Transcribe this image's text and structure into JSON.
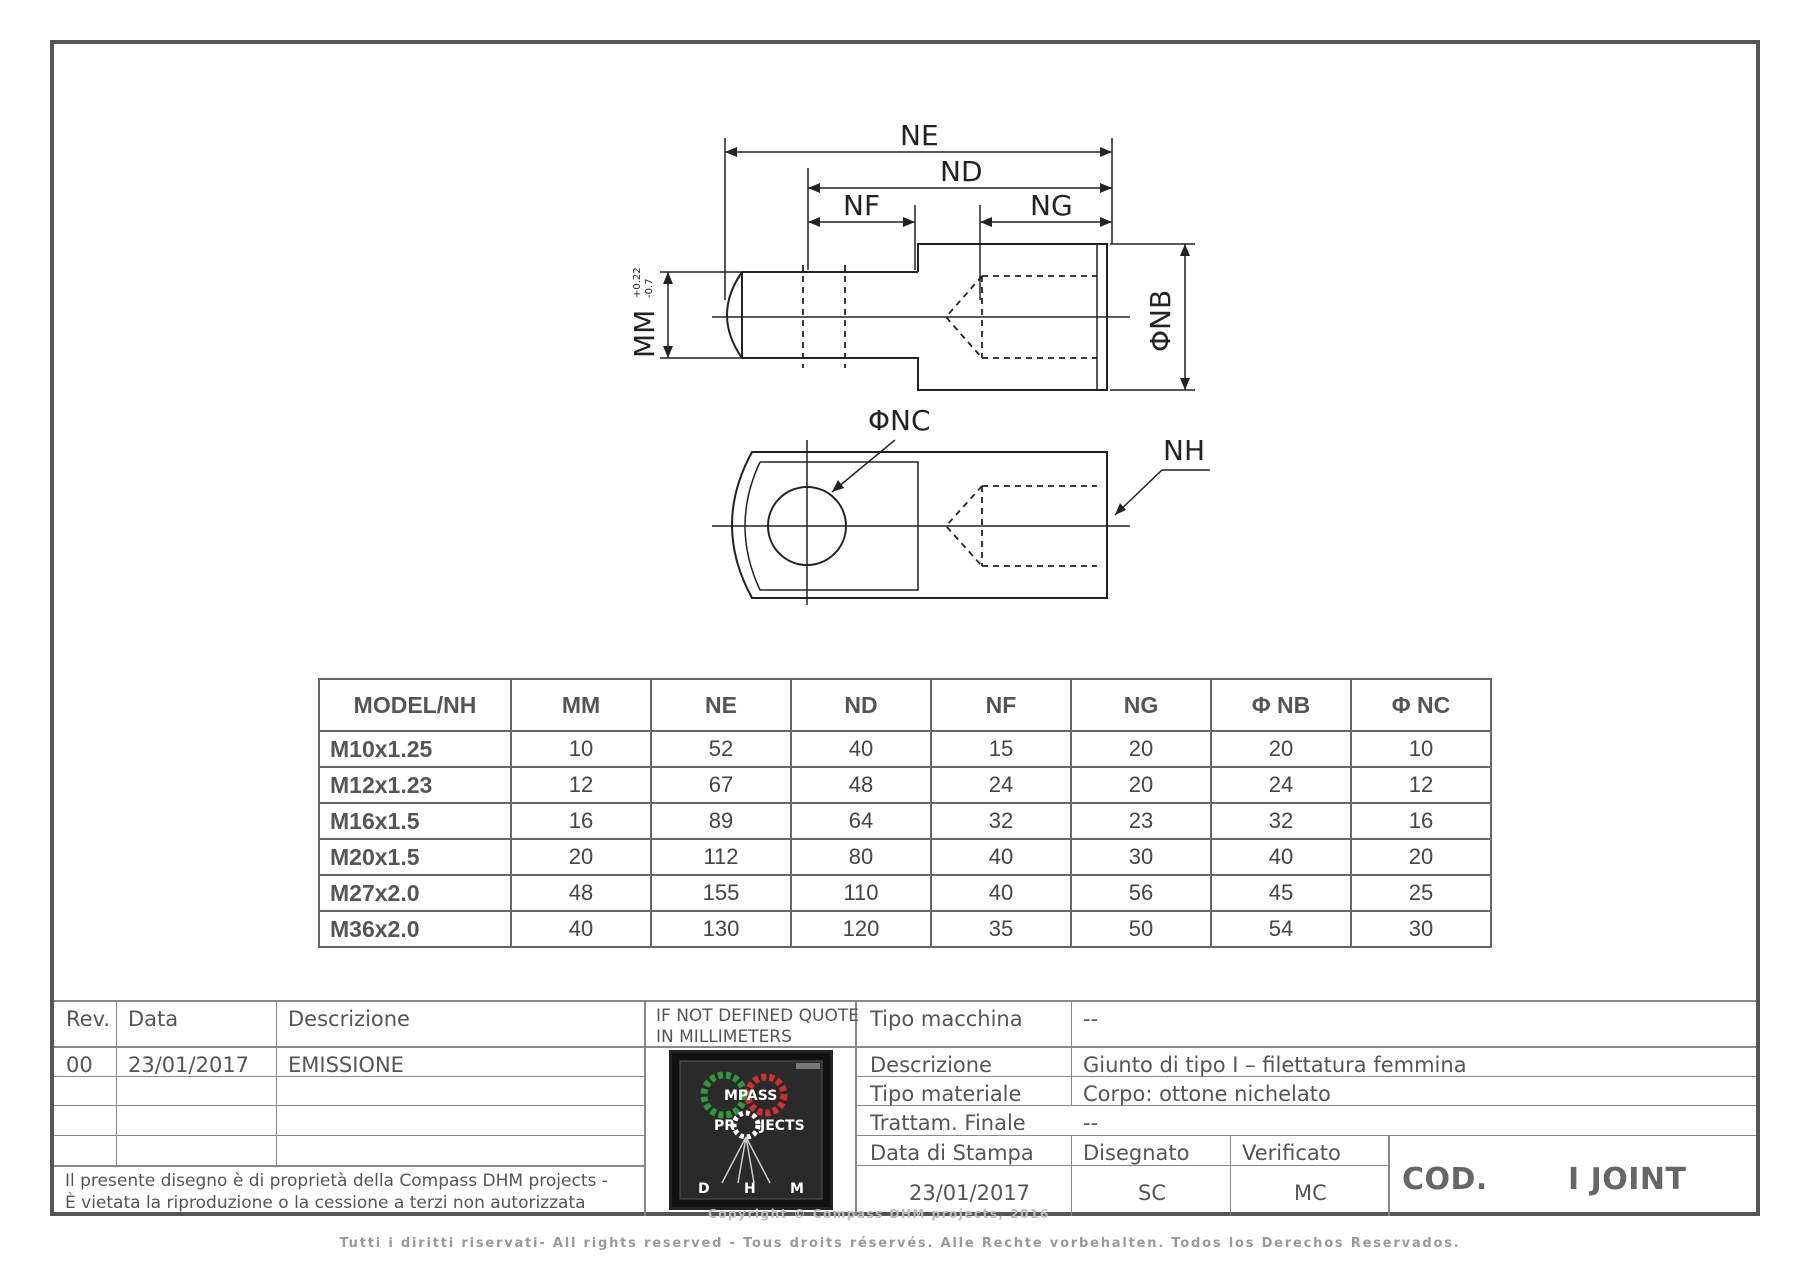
{
  "drawing": {
    "dim_ne": "NE",
    "dim_nd": "ND",
    "dim_nf": "NF",
    "dim_ng": "NG",
    "dim_mm": "MM",
    "dim_tol_upper": "+0.22",
    "dim_tol_lower": "-0.7",
    "dim_nb": "ΦNB",
    "dim_nc": "ΦNC",
    "dim_nh": "NH"
  },
  "table": {
    "headers": [
      "MODEL/NH",
      "MM",
      "NE",
      "ND",
      "NF",
      "NG",
      "Φ NB",
      "Φ NC"
    ],
    "rows": [
      [
        "M10x1.25",
        "10",
        "52",
        "40",
        "15",
        "20",
        "20",
        "10"
      ],
      [
        "M12x1.23",
        "12",
        "67",
        "48",
        "24",
        "20",
        "24",
        "12"
      ],
      [
        "M16x1.5",
        "16",
        "89",
        "64",
        "32",
        "23",
        "32",
        "16"
      ],
      [
        "M20x1.5",
        "20",
        "112",
        "80",
        "40",
        "30",
        "40",
        "20"
      ],
      [
        "M27x2.0",
        "48",
        "155",
        "110",
        "40",
        "56",
        "45",
        "25"
      ],
      [
        "M36x2.0",
        "40",
        "130",
        "120",
        "35",
        "50",
        "54",
        "30"
      ]
    ]
  },
  "title_block": {
    "rev_header": "Rev.",
    "date_header": "Data",
    "desc_header": "Descrizione",
    "rev_value": "00",
    "date_value": "23/01/2017",
    "desc_value": "EMISSIONE",
    "quote_note_1": "IF NOT DEFINED QUOTE",
    "quote_note_2": "IN MILLIMETERS",
    "machine_label": "Tipo macchina",
    "machine_value": "--",
    "description_label": "Descrizione",
    "description_value": "Giunto di tipo I – filettatura femmina",
    "material_label": "Tipo materiale",
    "material_value": "Corpo: ottone nichelato",
    "finish_label": "Trattam. Finale",
    "finish_value": "--",
    "print_date_label": "Data di Stampa",
    "print_date_value": "23/01/2017",
    "drawn_label": "Disegnato",
    "drawn_value": "SC",
    "verified_label": "Verificato",
    "verified_value": "MC",
    "cod_label": "COD.",
    "cod_value": "I JOINT",
    "property_note_1": "Il presente disegno è di proprietà della Compass DHM projects -",
    "property_note_2": "È vietata la riproduzione o la cessione a terzi non autorizzata"
  },
  "logo": {
    "line1": "MPASS",
    "line2a": "PR",
    "line2b": "JECTS",
    "d": "D",
    "h": "H",
    "m": "M"
  },
  "copyright": "Copyright © Compass DHM projects, 2016",
  "footer": "Tutti i diritti riservati- All rights reserved - Tous droits réservés. Alle Rechte vorbehalten. Todos los Derechos Reservados."
}
